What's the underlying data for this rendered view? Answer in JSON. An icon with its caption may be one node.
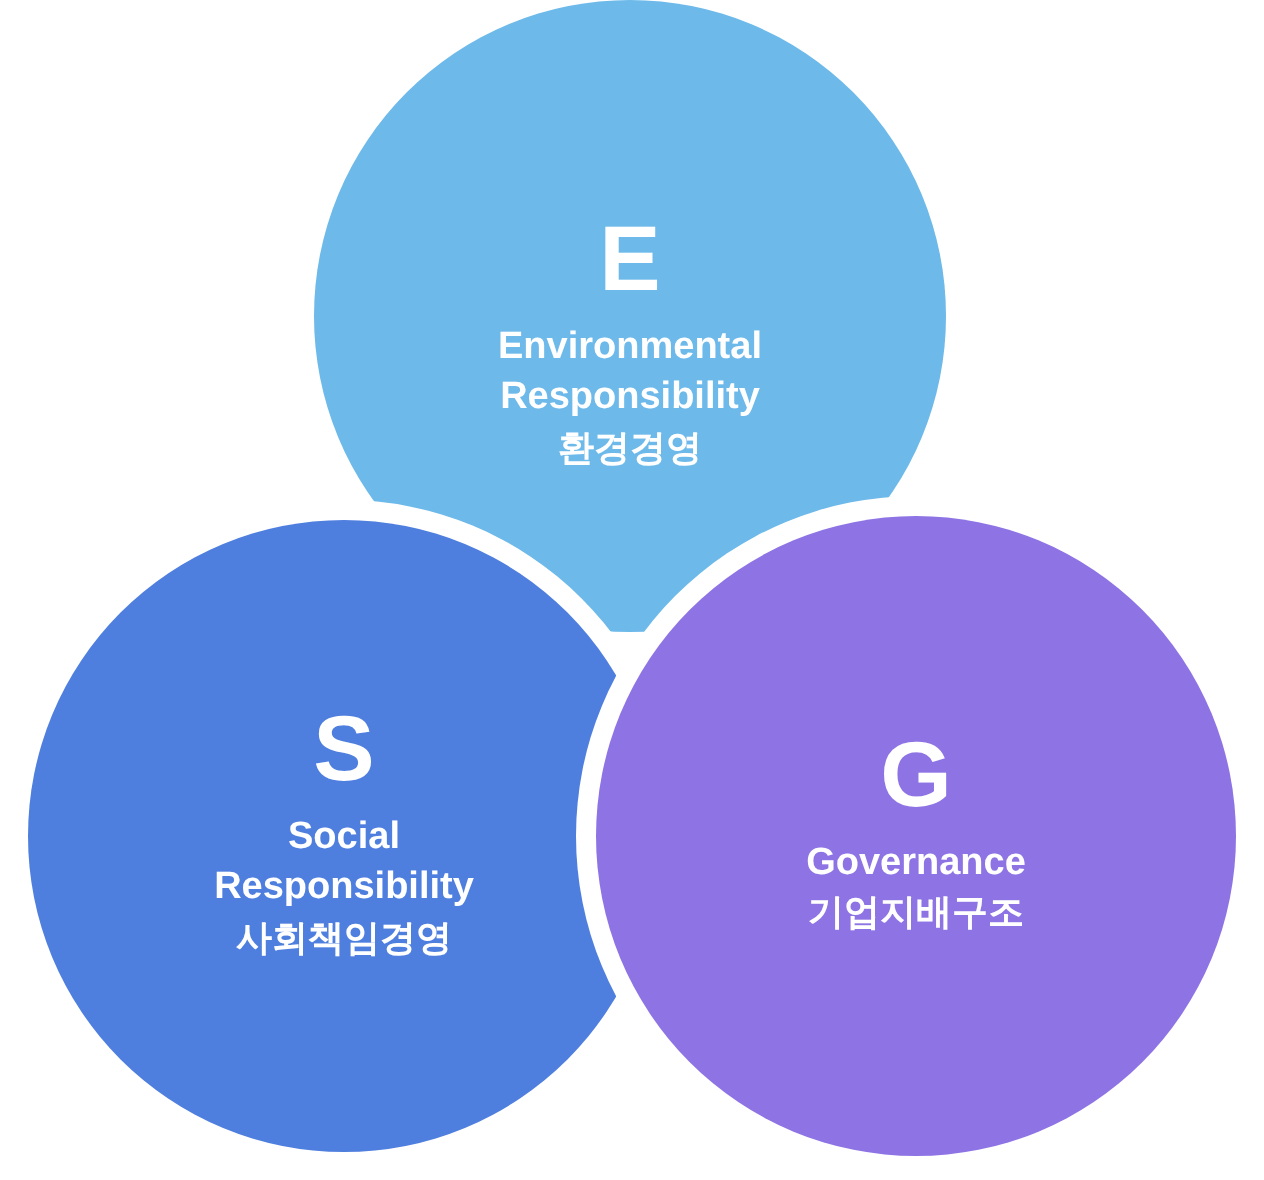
{
  "diagram": {
    "nodes": [
      {
        "text": [
          "E",
          "Environmental Responsibility",
          "환경경영"
        ]
      },
      {
        "text": [
          "S",
          "Social Responsibility",
          "사회책임경영"
        ]
      },
      {
        "text": [
          "G",
          "Governance",
          "기업지배구조"
        ]
      }
    ]
  }
}
